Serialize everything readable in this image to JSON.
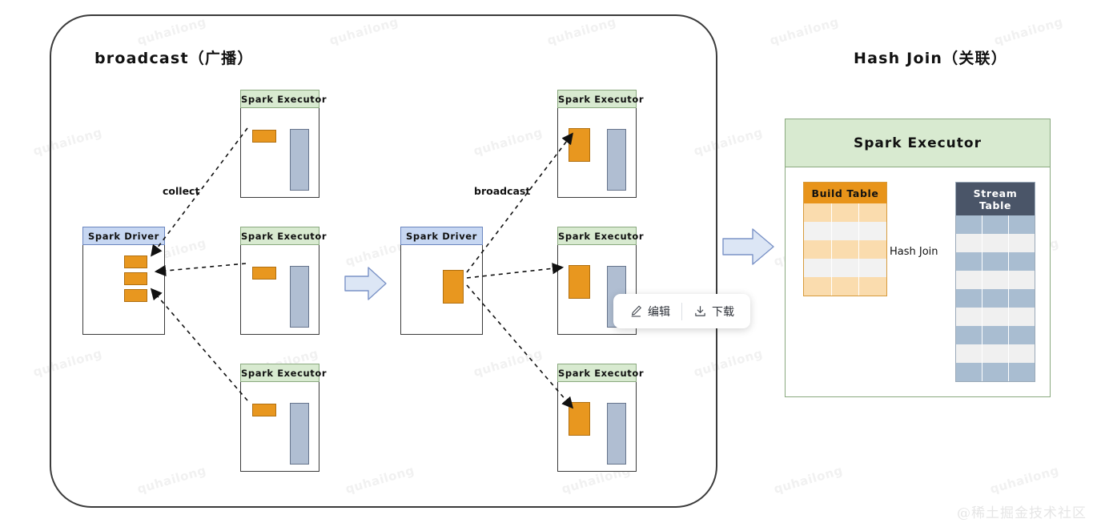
{
  "titles": {
    "broadcast": "broadcast（广播）",
    "hash_join": "Hash Join（关联）"
  },
  "labels": {
    "spark_executor": "Spark Executor",
    "spark_driver": "Spark Driver",
    "collect": "collect",
    "broadcast": "broadcast",
    "hash_join": "Hash Join"
  },
  "hash_join_panel": {
    "executor_title": "Spark Executor",
    "build_table": {
      "header": "Build Table",
      "columns": 3,
      "rows": 5,
      "row_colors": [
        "#fadcae",
        "#f2f2f2",
        "#fadcae",
        "#f2f2f2",
        "#fadcae"
      ],
      "header_color": "#e8941a"
    },
    "stream_table": {
      "header": "Stream Table",
      "columns": 3,
      "rows": 9,
      "row_colors": [
        "#a9bdd1",
        "#f0f0f0",
        "#a9bdd1",
        "#f0f0f0",
        "#a9bdd1",
        "#f0f0f0",
        "#a9bdd1",
        "#f0f0f0",
        "#a9bdd1"
      ],
      "header_color": "#4a5568"
    },
    "arrow_label": "Hash Join"
  },
  "executors": {
    "left_column": [
      {
        "title": "Spark Executor"
      },
      {
        "title": "Spark Executor"
      },
      {
        "title": "Spark Executor"
      }
    ],
    "right_column": [
      {
        "title": "Spark Executor"
      },
      {
        "title": "Spark Executor"
      },
      {
        "title": "Spark Executor"
      }
    ]
  },
  "drivers": {
    "left": {
      "title": "Spark Driver",
      "block_count": 3
    },
    "right": {
      "title": "Spark Driver",
      "block_count": 1
    }
  },
  "toolbar": {
    "edit_label": "编辑",
    "download_label": "下载",
    "edit_icon": "pencil-icon",
    "download_icon": "download-icon"
  },
  "watermark": {
    "tile_text": "quhailong",
    "brand": "@稀土掘金技术社区"
  },
  "colors": {
    "executor_header": "#d8ead0",
    "driver_header": "#c7d7f2",
    "orange_block": "#e8971f",
    "blue_block": "#b0bed2",
    "build_header": "#e8941a",
    "stream_header": "#4a5568",
    "block_arrow": "#dce6f5",
    "outline": "#3b3b3b"
  }
}
